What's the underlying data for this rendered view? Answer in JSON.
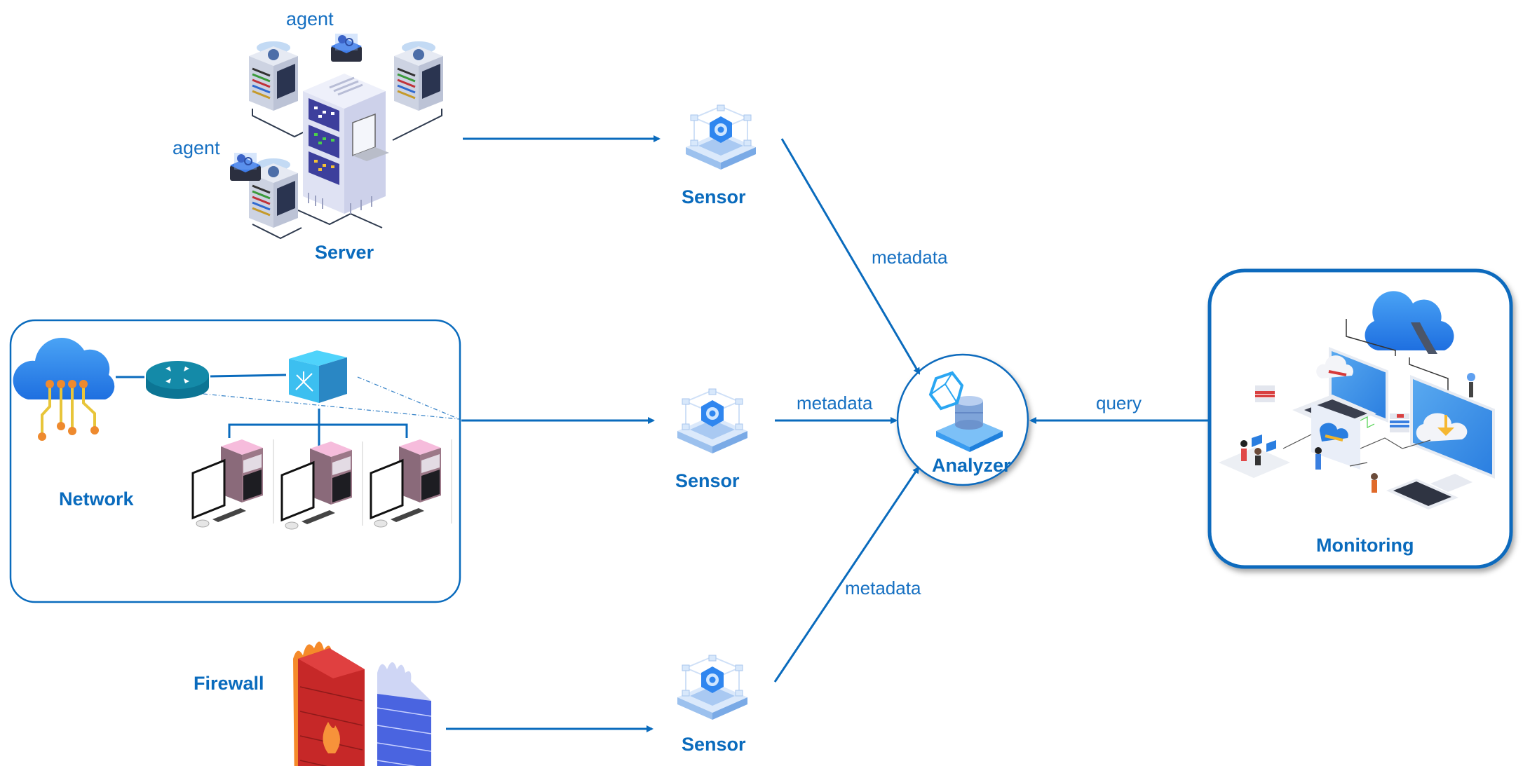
{
  "colors": {
    "accent": "#0a6bbd",
    "arrow": "#0a6bbd",
    "label": "#1670c2"
  },
  "nodes": {
    "server": {
      "label": "Server",
      "agent_labels": [
        "agent",
        "agent"
      ],
      "icon": "server-cluster-icon"
    },
    "network": {
      "label": "Network",
      "icon": "network-topology-icon",
      "components": [
        "cloud-icon",
        "router-icon",
        "switch-icon",
        "pc-icon",
        "pc-icon",
        "pc-icon"
      ]
    },
    "firewall": {
      "label": "Firewall",
      "icon": "firewall-icon"
    },
    "sensors": [
      {
        "label": "Sensor",
        "icon": "sensor-icon"
      },
      {
        "label": "Sensor",
        "icon": "sensor-icon"
      },
      {
        "label": "Sensor",
        "icon": "sensor-icon"
      }
    ],
    "analyzer": {
      "label": "Analyzer",
      "icon": "database-analyzer-icon"
    },
    "monitoring": {
      "label": "Monitoring",
      "icon": "monitoring-illustration-icon"
    }
  },
  "edges": [
    {
      "from": "server",
      "to": "sensor-1",
      "label": ""
    },
    {
      "from": "network",
      "to": "sensor-2",
      "label": ""
    },
    {
      "from": "firewall",
      "to": "sensor-3",
      "label": ""
    },
    {
      "from": "sensor-1",
      "to": "analyzer",
      "label": "metadata"
    },
    {
      "from": "sensor-2",
      "to": "analyzer",
      "label": "metadata"
    },
    {
      "from": "sensor-3",
      "to": "analyzer",
      "label": "metadata"
    },
    {
      "from": "monitoring",
      "to": "analyzer",
      "label": "query"
    }
  ]
}
